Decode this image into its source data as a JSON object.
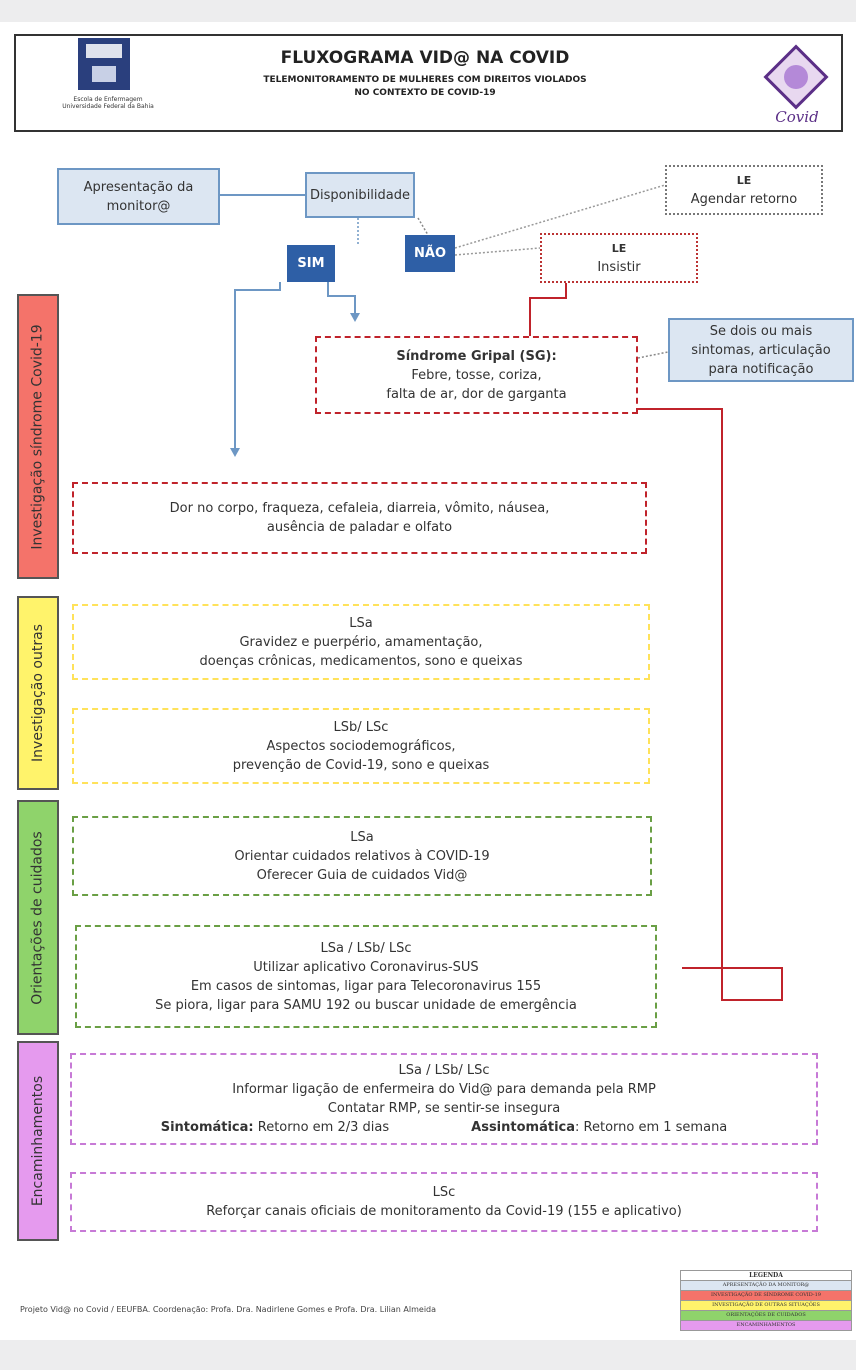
{
  "header": {
    "title": "FLUXOGRAMA VID@ NA COVID",
    "subtitle_line1": "TELEMONITORAMENTO DE MULHERES COM DIREITOS VIOLADOS",
    "subtitle_line2": "NO CONTEXTO DE COVID-19",
    "university_line1": "Escola de Enfermagem",
    "university_line2": "Universidade Federal da Bahia",
    "project_logo_text": "Covid"
  },
  "flow": {
    "apresentacao": "Apresentação da monitor@",
    "disponibilidade": "Disponibilidade",
    "sim": "SIM",
    "nao": "NÃO",
    "le_agendar_title": "LE",
    "le_agendar_text": "Agendar retorno",
    "le_insistir_title": "LE",
    "le_insistir_text": "Insistir",
    "notificacao": "Se dois ou mais sintomas, articulação para notificação",
    "sg_title": "Síndrome Gripal (SG):",
    "sg_line1": "Febre, tosse, coriza,",
    "sg_line2": "falta de ar, dor de garganta",
    "sintomas_line1": "Dor no corpo,  fraqueza, cefaleia, diarreia, vômito, náusea,",
    "sintomas_line2": "ausência de paladar e olfato",
    "outras1_title": "LSa",
    "outras1_line1": "Gravidez e puerpério, amamentação,",
    "outras1_line2": "doenças crônicas, medicamentos, sono  e queixas",
    "outras2_title": "LSb/ LSc",
    "outras2_line1": "Aspectos sociodemográficos,",
    "outras2_line2": "prevenção de Covid-19, sono  e queixas",
    "orient1_title": "LSa",
    "orient1_line1": "Orientar cuidados relativos à COVID-19",
    "orient1_line2": "Oferecer Guia de cuidados Vid@",
    "orient2_title": "LSa / LSb/ LSc",
    "orient2_line1": "Utilizar aplicativo Coronavirus-SUS",
    "orient2_line2": "Em casos de sintomas, ligar para Telecoronavirus 155",
    "orient2_line3": "Se piora, ligar para SAMU 192 ou buscar unidade de emergência",
    "enc1_title": "LSa / LSb/ LSc",
    "enc1_line1": "Informar ligação de enfermeira do Vid@ para demanda pela RMP",
    "enc1_line2": "Contatar RMP, se sentir-se insegura",
    "enc1_sint_label": "Sintomática:",
    "enc1_sint_text": " Retorno em 2/3 dias",
    "enc1_assint_label": "Assintomática",
    "enc1_assint_text": ": Retorno em 1 semana",
    "enc2_title": "LSc",
    "enc2_line1": "Reforçar canais oficiais de monitoramento da Covid-19 (155 e aplicativo)"
  },
  "sections": {
    "sindrome": "Investigação síndrome  Covid-19",
    "outras": "Investigação outras",
    "cuidados": "Orientações de cuidados",
    "encaminhamentos": "Encaminhamentos"
  },
  "colors": {
    "sindrome": "#f4736a",
    "outras": "#fff36b",
    "cuidados": "#8fd36b",
    "encaminhamentos": "#e59aee",
    "blue_box": "#dce6f2",
    "blue_solid": "#2e5fa6",
    "red_line": "#c0232b"
  },
  "legend": {
    "title": "LEGENDA",
    "items": [
      {
        "label": "APRESENTAÇÃO DA MONITOR@",
        "color": "#dce6f2"
      },
      {
        "label": "INVESTIGAÇÃO DE SÍNDROME COVID-19",
        "color": "#f4736a"
      },
      {
        "label": "INVESTIGAÇÃO DE OUTRAS SITUAÇÕES",
        "color": "#fff36b"
      },
      {
        "label": "ORIENTAÇÕES DE CUIDADOS",
        "color": "#8fd36b"
      },
      {
        "label": "ENCAMINHAMENTOS",
        "color": "#e59aee"
      }
    ]
  },
  "footer": "Projeto Vid@ no Covid / EEUFBA. Coordenação: Profa. Dra. Nadirlene Gomes e Profa. Dra. Lilian Almeida"
}
